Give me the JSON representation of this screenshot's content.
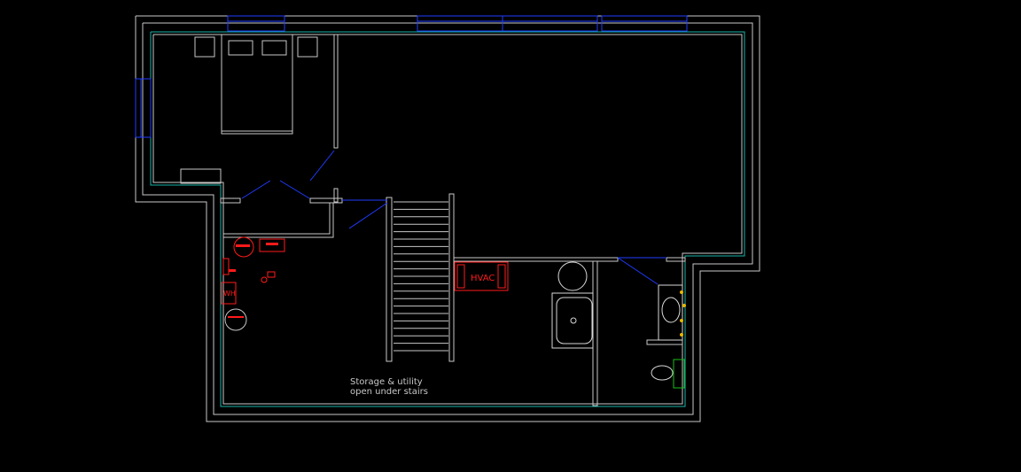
{
  "labels": {
    "storage_line1": "Storage & utility",
    "storage_line2": "open under stairs",
    "hvac": "HVAC",
    "water_heater": "WH"
  },
  "colors": {
    "background": "#000000",
    "walls": "#c8c8c8",
    "interior_line": "#17b3a8",
    "openings": "#1f3bff",
    "mechanical": "#ff1a1a",
    "fixtures": "#d8d8d8",
    "hardware": "#e6b800",
    "accent_green": "#18c018"
  },
  "icons": {
    "window": "window-opening-icon",
    "door_swing": "door-swing-icon",
    "bed": "bed-icon",
    "pillow": "pillow-icon",
    "nightstand": "nightstand-icon",
    "stair_tread": "stair-tread-icon",
    "shower": "shower-stall-icon",
    "sink": "bathroom-sink-icon",
    "toilet": "toilet-icon",
    "sump_pump": "sump-pit-icon",
    "hvac_unit": "hvac-unit-icon",
    "water_heater": "water-heater-icon"
  }
}
